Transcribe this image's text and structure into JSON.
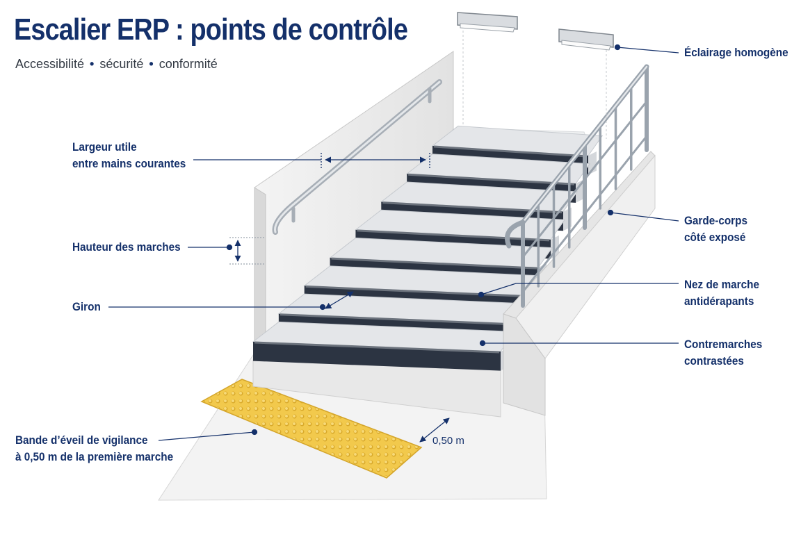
{
  "title": "Escalier ERP : points de contrôle",
  "subtitle": [
    "Accessibilité",
    "sécurité",
    "conformité"
  ],
  "callouts": {
    "lighting": "Éclairage homogène",
    "width": [
      "Largeur utile",
      "entre mains courantes"
    ],
    "step_height": "Hauteur des marches",
    "tread": "Giron",
    "guardrail": [
      "Garde-corps",
      "côté exposé"
    ],
    "nosing": [
      "Nez de marche",
      "antidérapants"
    ],
    "risers": [
      "Contremarches",
      "contrastées"
    ],
    "warning_strip": [
      "Bande d’éveil de vigilance",
      "à 0,50 m de la première marche"
    ]
  },
  "distance_label": "0,50 m",
  "colors": {
    "accent": "#14306a",
    "riser": "#2c3442",
    "tread": "#e4e6e9",
    "wall": "#ececec",
    "tactile": "#f2c94c",
    "metal": "#9aa3ad"
  }
}
